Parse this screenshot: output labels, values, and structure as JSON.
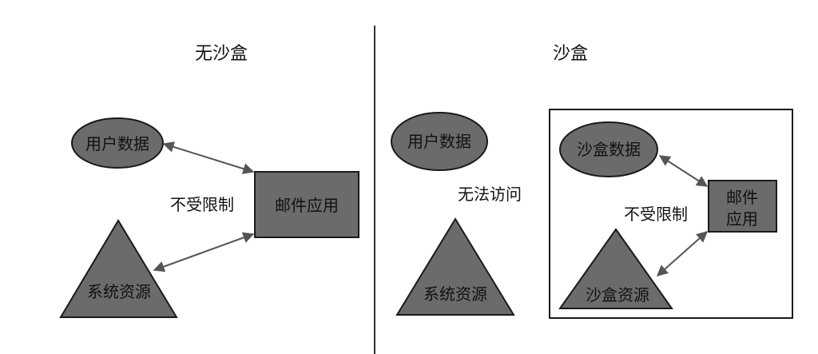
{
  "left_panel": {
    "title": "无沙盒",
    "user_data": "用户数据",
    "mail_app": "邮件应用",
    "system_resources": "系统资源",
    "access_label": "不受限制"
  },
  "right_panel": {
    "title": "沙盒",
    "user_data": "用户数据",
    "no_access_label": "无法访问",
    "system_resources": "系统资源",
    "sandbox": {
      "sandbox_data": "沙盒数据",
      "mail_app_line1": "邮件",
      "mail_app_line2": "应用",
      "access_label": "不受限制",
      "sandbox_resources": "沙盒资源"
    }
  },
  "colors": {
    "shape_fill": "#6b6b6b",
    "shape_stroke": "#1a1a1a",
    "arrow": "#555555",
    "divider": "#333333",
    "text": "#111111"
  }
}
